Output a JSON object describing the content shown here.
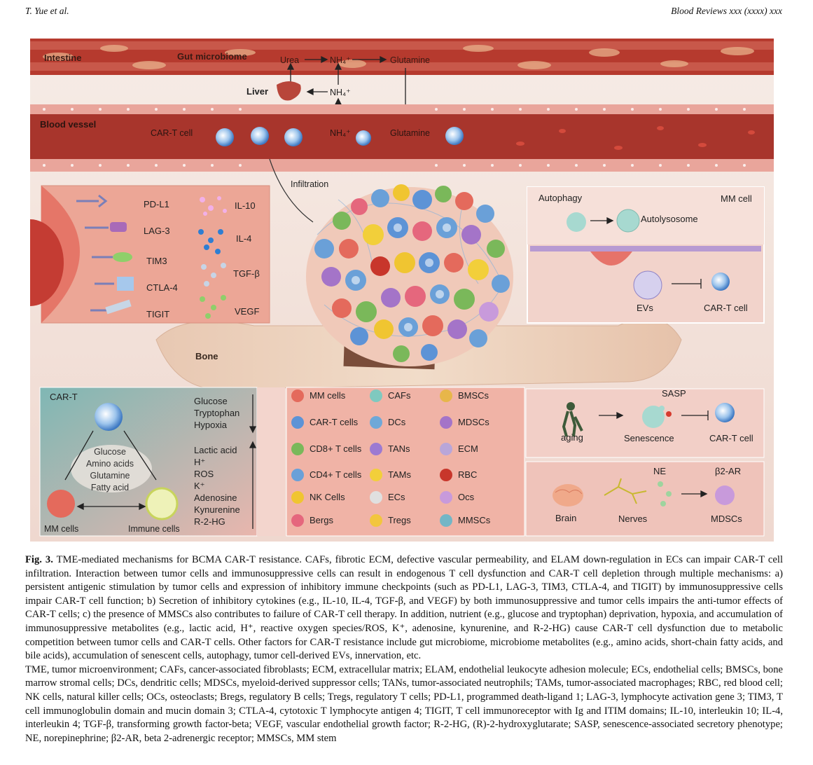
{
  "header": {
    "authors": "T. Yue et al.",
    "journal": "Blood Reviews xxx (xxxx) xxx"
  },
  "figure": {
    "top": {
      "intestine": "Intestine",
      "gut_microbiome": "Gut microbiome",
      "urea": "Urea",
      "nh4": "NH₄⁺",
      "glutamine": "Glutamine",
      "liver": "Liver",
      "blood_vessel": "Blood vessel",
      "cart_cell": "CAR-T cell",
      "infiltration": "Infiltration",
      "bone": "Bone"
    },
    "checkpoints": [
      "PD-L1",
      "LAG-3",
      "TIM3",
      "CTLA-4",
      "TIGIT"
    ],
    "cytokines": [
      "IL-10",
      "IL-4",
      "TGF-β",
      "VEGF"
    ],
    "mm_panel": {
      "autophagy": "Autophagy",
      "mm_cell": "MM cell",
      "autolysosome": "Autolysosome",
      "evs": "EVs",
      "cart_cell": "CAR-T cell"
    },
    "metabolism": {
      "title": "CAR-T",
      "nutrients": [
        "Glucose",
        "Amino acids",
        "Glutamine",
        "Fatty acid"
      ],
      "mm_cells": "MM cells",
      "immune_cells": "Immune cells",
      "deprivation": [
        "Glucose",
        "Tryptophan",
        "Hypoxia"
      ],
      "metabolites": [
        "Lactic acid",
        "H⁺",
        "ROS",
        "K⁺",
        "Adenosine",
        "Kynurenine",
        "R-2-HG"
      ]
    },
    "legend": [
      [
        "MM cells",
        "CAFs",
        "BMSCs"
      ],
      [
        "CAR-T cells",
        "DCs",
        "MDSCs"
      ],
      [
        "CD8+ T cells",
        "TANs",
        "ECM"
      ],
      [
        "CD4+ T cells",
        "TAMs",
        "RBC"
      ],
      [
        "NK Cells",
        "ECs",
        "Ocs"
      ],
      [
        "Bergs",
        "Tregs",
        "MMSCs"
      ]
    ],
    "legend_colors": [
      [
        "#e46a5c",
        "#7fc9bf",
        "#e7b64a"
      ],
      [
        "#5d93d6",
        "#6fa8d8",
        "#a474c8"
      ],
      [
        "#7ab85a",
        "#9c7ad2",
        "#b9a6d9"
      ],
      [
        "#6aa0d8",
        "#f2cf3a",
        "#c8362b"
      ],
      [
        "#f0c531",
        "#e0e0e0",
        "#c89adb"
      ],
      [
        "#e5677d",
        "#f2c63e",
        "#73b6c6"
      ]
    ],
    "aging_panel": {
      "aging": "aging",
      "sasp": "SASP",
      "senescence": "Senescence",
      "cart_cell": "CAR-T cell"
    },
    "nerve_panel": {
      "ne": "NE",
      "b2ar": "β2-AR",
      "brain": "Brain",
      "nerves": "Nerves",
      "mdscs": "MDSCs"
    }
  },
  "caption": {
    "label": "Fig. 3.",
    "text": "TME-mediated mechanisms for BCMA CAR-T resistance. CAFs, fibrotic ECM, defective vascular permeability, and ELAM down-regulation in ECs can impair CAR-T cell infiltration. Interaction between tumor cells and immunosuppressive cells can result in endogenous T cell dysfunction and CAR-T cell depletion through multiple mechanisms: a) persistent antigenic stimulation by tumor cells and expression of inhibitory immune checkpoints (such as PD-L1, LAG-3, TIM3, CTLA-4, and TIGIT) by immunosuppressive cells impair CAR-T cell function; b) Secretion of inhibitory cytokines (e.g., IL-10, IL-4, TGF-β, and VEGF) by both immunosuppressive and tumor cells impairs the anti-tumor effects of CAR-T cells; c) the presence of MMSCs also contributes to failure of CAR-T cell therapy. In addition, nutrient (e.g., glucose and tryptophan) deprivation, hypoxia, and accumulation of immunosuppressive metabolites (e.g., lactic acid, H⁺, reactive oxygen species/ROS, K⁺, adenosine, kynurenine, and R-2-HG) cause CAR-T cell dysfunction due to metabolic competition between tumor cells and CAR-T cells. Other factors for CAR-T resistance include gut microbiome, microbiome metabolites (e.g., amino acids, short-chain fatty acids, and bile acids), accumulation of senescent cells, autophagy, tumor cell-derived EVs, innervation, etc.",
    "abbreviations": "TME, tumor microenvironment; CAFs, cancer-associated fibroblasts; ECM, extracellular matrix; ELAM, endothelial leukocyte adhesion molecule; ECs, endothelial cells; BMSCs, bone marrow stromal cells; DCs, dendritic cells; MDSCs, myeloid-derived suppressor cells; TANs, tumor-associated neutrophils; TAMs, tumor-associated macrophages; RBC, red blood cell; NK cells, natural killer cells; OCs, osteoclasts; Bregs, regulatory B cells; Tregs, regulatory T cells; PD-L1, programmed death-ligand 1; LAG-3, lymphocyte activation gene 3; TIM3, T cell immunoglobulin domain and mucin domain 3; CTLA-4, cytotoxic T lymphocyte antigen 4; TIGIT, T cell immunoreceptor with Ig and ITIM domains; IL-10, interleukin 10; IL-4, interleukin 4; TGF-β, transforming growth factor-beta; VEGF, vascular endothelial growth factor; R-2-HG, (R)-2-hydroxyglutarate; SASP, senescence-associated secretory phenotype; NE, norepinephrine; β2-AR, beta 2-adrenergic receptor; MMSCs, MM stem"
  }
}
